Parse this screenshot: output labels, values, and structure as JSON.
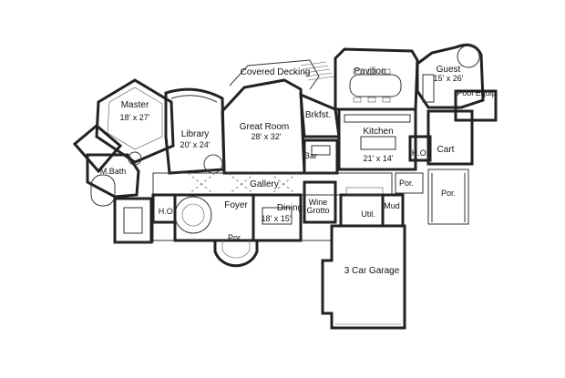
{
  "rooms": {
    "covered_decking": "Covered Decking",
    "pavilion": "Pavilion",
    "guest": "Guest",
    "guest_dim": "15' x 26'",
    "pool_equip": "Pool Equip",
    "master": "Master",
    "master_dim": "18' x 27'",
    "library": "Library",
    "library_dim": "20' x 24'",
    "great_room": "Great Room",
    "great_room_dim": "28' x 32'",
    "brkfst": "Brkfst.",
    "kitchen": "Kitchen",
    "kitchen_dim": "21' x 14'",
    "cart": "Cart",
    "ho_right": "H.O.",
    "bar": "Bar",
    "mbath": "M.Bath",
    "gallery": "Gallery",
    "por_small": "Por.",
    "por_right": "Por.",
    "ho_left": "H.O.",
    "foyer": "Foyer",
    "dining": "Dining",
    "dining_dim": "18' x 15'",
    "wine": "Wine",
    "grotto": "Grotto",
    "util": "Util.",
    "mud": "Mud",
    "por_entry": "Por.",
    "garage": "3 Car Garage"
  }
}
